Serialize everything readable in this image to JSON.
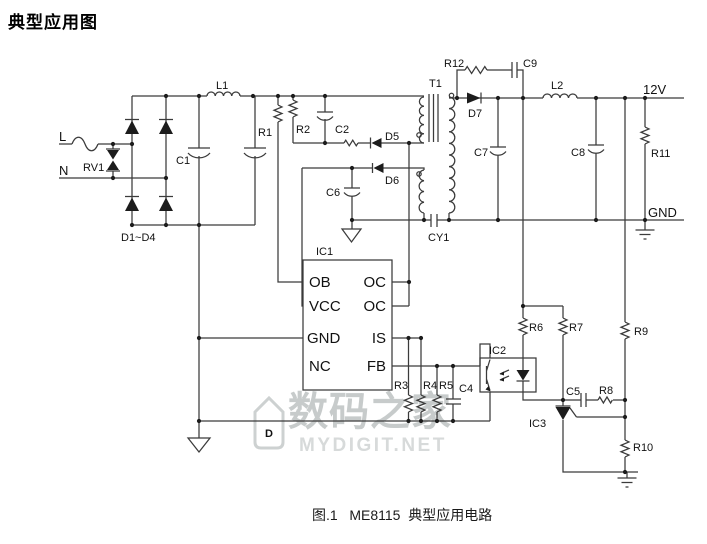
{
  "title": "典型应用图",
  "caption": "图.1   ME8115  典型应用电路",
  "colors": {
    "line": "#3b3b3b",
    "text": "#111111",
    "watermark_cn": "#c7cbcb",
    "watermark_en": "#d7dada"
  },
  "terminals": {
    "live": "L",
    "neutral": "N",
    "output_voltage": "12V",
    "output_ground": "GND"
  },
  "components": {
    "rv1": "RV1",
    "bridge": "D1~D4",
    "c1": "C1",
    "l1": "L1",
    "r1": "R1",
    "r2": "R2",
    "c2": "C2",
    "d5": "D5",
    "d6": "D6",
    "c6": "C6",
    "t1": "T1",
    "cy1": "CY1",
    "r12": "R12",
    "c9": "C9",
    "d7": "D7",
    "l2": "L2",
    "c7": "C7",
    "c8": "C8",
    "r11": "R11",
    "r3": "R3",
    "r4": "R4",
    "r5": "R5",
    "c4": "C4",
    "ic2": "IC2",
    "r6": "R6",
    "r7": "R7",
    "r9": "R9",
    "c5": "C5",
    "r8": "R8",
    "ic3": "IC3",
    "r10": "R10"
  },
  "ic1": {
    "label": "IC1",
    "left_pins": [
      "OB",
      "VCC",
      "GND",
      "NC"
    ],
    "right_pins": [
      "OC",
      "OC",
      "IS",
      "FB"
    ]
  },
  "watermark": {
    "logo_letter": "D",
    "cn": "数码之家",
    "en": "MYDIGIT.NET"
  }
}
